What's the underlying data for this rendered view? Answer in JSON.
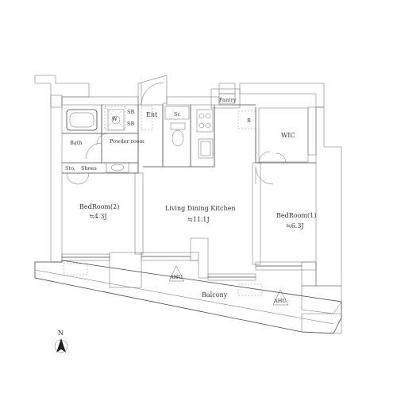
{
  "rooms": {
    "bedroom2": {
      "name": "BedRoom(2)",
      "area": "≒4.3J"
    },
    "ldk": {
      "name": "Living Dining Kitchen",
      "area": "≒11.1J"
    },
    "bedroom1": {
      "name": "BedRoom(1)",
      "area": "≒6.3J"
    },
    "wic": "WIC",
    "bath": "Bath",
    "powder": "Powder room",
    "ent": "Ent",
    "pantry": "Pantry",
    "shoes": "Shoes",
    "sto": "Sto.",
    "balcony": "Balcony"
  },
  "fixtures": {
    "w": "W",
    "sb1": "SB",
    "sb2": "SB",
    "r": "R",
    "sc": "Sc"
  },
  "vents": {
    "left": "AHU",
    "right": "AHU"
  },
  "compass": {
    "label": "N"
  }
}
